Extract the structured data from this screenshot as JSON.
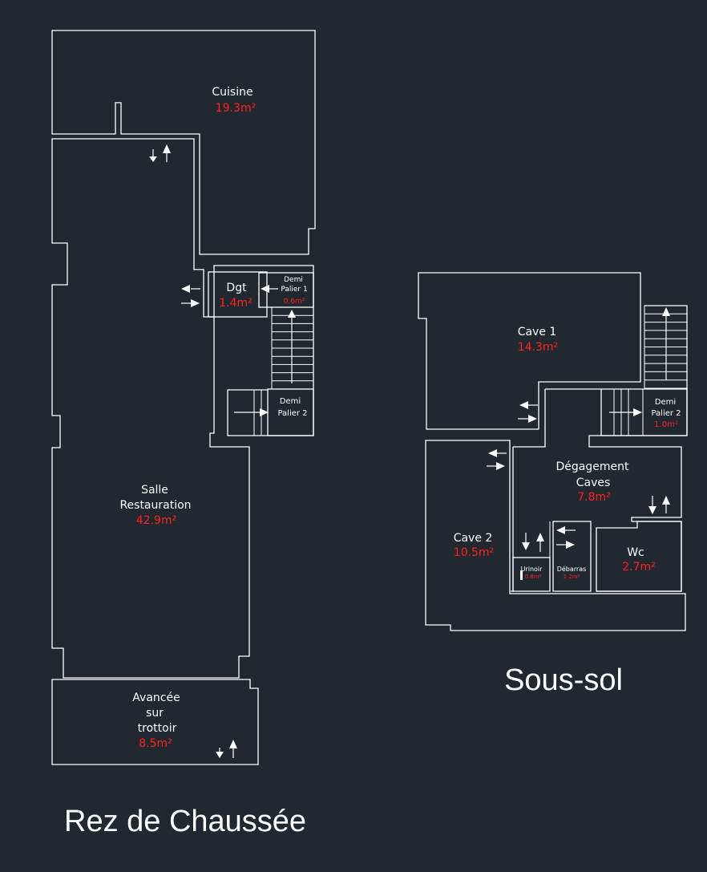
{
  "titles": {
    "ground_floor": "Rez de Chaussée",
    "basement": "Sous-sol"
  },
  "ground_floor": {
    "cuisine": {
      "name": "Cuisine",
      "area": "19.3m²"
    },
    "salle": {
      "name_line1": "Salle",
      "name_line2": "Restauration",
      "area": "42.9m²"
    },
    "dgt": {
      "name": "Dgt",
      "area": "1.4m²"
    },
    "demi_palier_1": {
      "name_line1": "Demi",
      "name_line2": "Palier 1",
      "area": "0.6m²"
    },
    "demi_palier_2": {
      "name_line1": "Demi",
      "name_line2": "Palier 2"
    },
    "avancee": {
      "name_line1": "Avancée",
      "name_line2": "sur",
      "name_line3": "trottoir",
      "area": "8.5m²"
    }
  },
  "basement": {
    "cave_1": {
      "name": "Cave 1",
      "area": "14.3m²"
    },
    "cave_2": {
      "name": "Cave 2",
      "area": "10.5m²"
    },
    "degagement": {
      "name_line1": "Dégagement",
      "name_line2": "Caves",
      "area": "7.8m²"
    },
    "demi_palier_2": {
      "name_line1": "Demi",
      "name_line2": "Palier 2",
      "area": "1.0m²"
    },
    "wc": {
      "name": "Wc",
      "area": "2.7m²"
    },
    "urinoir": {
      "name": "Urinoir",
      "area": "0.8m²"
    },
    "debarras": {
      "name": "Débarras",
      "area": "1.2m²"
    }
  },
  "colors": {
    "background": "#212830",
    "walls": "#ffffff",
    "area_text": "#ff2020"
  },
  "icons": [
    "flow-arrow-icon",
    "stair-direction-icon"
  ]
}
